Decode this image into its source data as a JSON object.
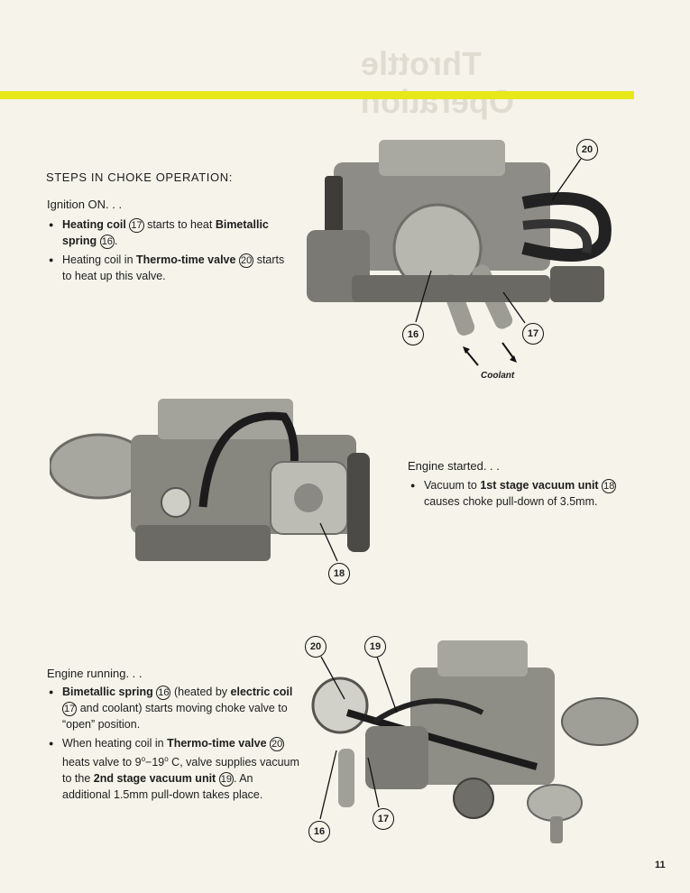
{
  "ghost_title": "Throttle Operation",
  "heading": "STEPS IN CHOKE OPERATION:",
  "ignition": {
    "label": "Ignition ON. . .",
    "b1": {
      "t1": "Heating coil",
      "n1": "17",
      "t2": "starts to heat",
      "t3": "Bimetallic spring",
      "n2": "16",
      "t4": "."
    },
    "b2": {
      "t1": "Heating coil in",
      "t2": "Thermo-time valve",
      "n1": "20",
      "t3": "starts to heat up this valve."
    }
  },
  "engine_started": {
    "label": "Engine started. . .",
    "b1": {
      "t1": "Vacuum to",
      "t2": "1st stage vacuum unit",
      "n1": "18",
      "t3": "causes choke pull-down of 3.5mm."
    }
  },
  "engine_running": {
    "label": "Engine running. . .",
    "b1": {
      "t1": "Bimetallic spring",
      "n1": "16",
      "t2": "(heated by",
      "t3": "electric coil",
      "n2": "17",
      "t4": "and coolant) starts moving choke valve to “open” position."
    },
    "b2": {
      "t1": "When heating coil in",
      "t2": "Thermo-time valve",
      "n1": "20",
      "t3": "heats valve to 9",
      "t4": "o",
      "t5": "−19",
      "t6": "o",
      "t7": "C, valve supplies vacuum to the",
      "t8": "2nd stage vacuum unit",
      "n2": "19",
      "t9": ". An additional 1.5mm pull-down takes place."
    }
  },
  "callouts": {
    "c20a": "20",
    "c16a": "16",
    "c17a": "17",
    "c18": "18",
    "c20b": "20",
    "c19": "19",
    "c16b": "16",
    "c17b": "17"
  },
  "coolant_label": "Coolant",
  "page_number": "11",
  "colors": {
    "accent_bar": "#e6e81a",
    "paper": "#f5f3ea"
  }
}
